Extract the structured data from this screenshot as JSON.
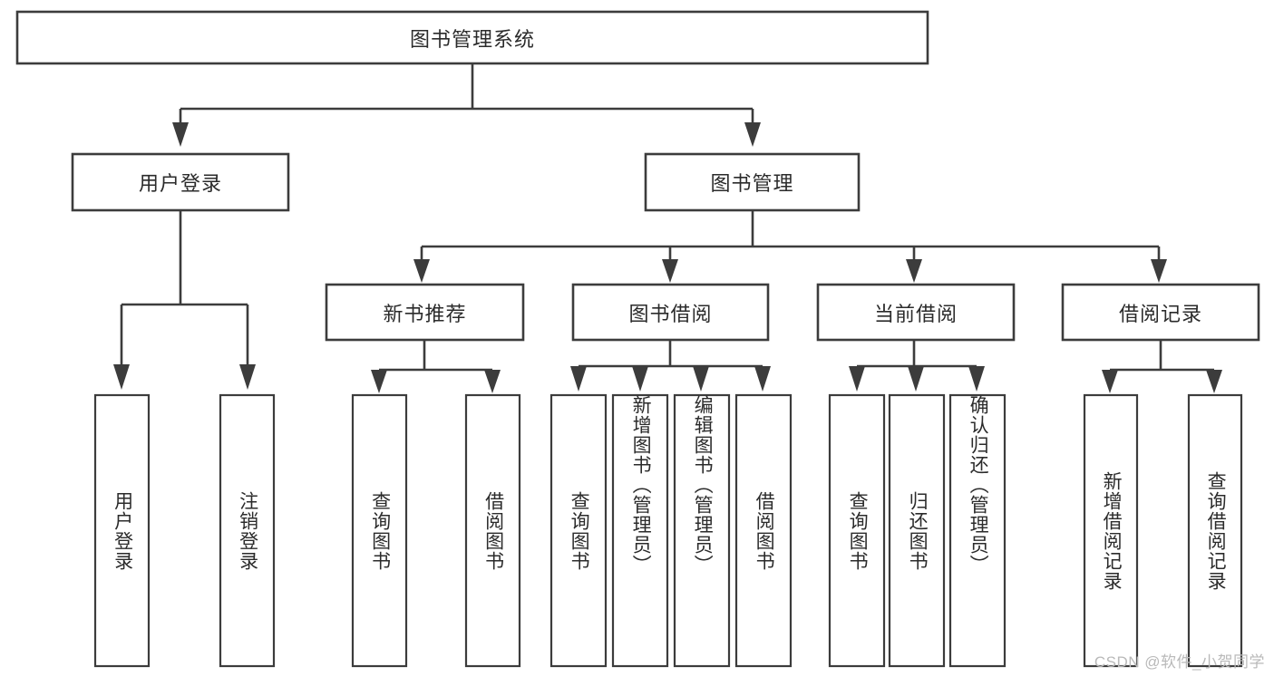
{
  "diagram": {
    "type": "tree-hierarchy",
    "title": "图书管理系统",
    "orientation": "top-down",
    "colors": {
      "box_stroke": "#3c3c3c",
      "box_fill": "#ffffff",
      "line": "#3c3c3c",
      "text": "#2b2b2b",
      "background": "#ffffff",
      "watermark": "#b9b9b9"
    },
    "levels": {
      "root": "图书管理系统",
      "level2": [
        "用户登录",
        "图书管理"
      ],
      "level3": [
        "新书推荐",
        "图书借阅",
        "当前借阅",
        "借阅记录"
      ]
    },
    "nodes": {
      "root": {
        "label": "图书管理系统"
      },
      "user_login": {
        "label": "用户登录"
      },
      "book_manage": {
        "label": "图书管理"
      },
      "new_book_rec": {
        "label": "新书推荐"
      },
      "book_borrow": {
        "label": "图书借阅"
      },
      "current_borrow": {
        "label": "当前借阅"
      },
      "borrow_record": {
        "label": "借阅记录"
      }
    },
    "leaves": {
      "user_login": [
        {
          "label": "用户登录"
        },
        {
          "label": "注销登录"
        }
      ],
      "new_book_rec": [
        {
          "label": "查询图书"
        },
        {
          "label": "借阅图书"
        }
      ],
      "book_borrow": [
        {
          "label": "查询图书"
        },
        {
          "label": "新增图书（管理员）"
        },
        {
          "label": "编辑图书（管理员）"
        },
        {
          "label": "借阅图书"
        }
      ],
      "current_borrow": [
        {
          "label": "查询图书"
        },
        {
          "label": "归还图书"
        },
        {
          "label": "确认归还（管理员）"
        }
      ],
      "borrow_record": [
        {
          "label": "新增借阅记录"
        },
        {
          "label": "查询借阅记录"
        }
      ]
    },
    "edges": [
      {
        "from": "图书管理系统",
        "to": "用户登录"
      },
      {
        "from": "图书管理系统",
        "to": "图书管理"
      },
      {
        "from": "图书管理",
        "to": "新书推荐"
      },
      {
        "from": "图书管理",
        "to": "图书借阅"
      },
      {
        "from": "图书管理",
        "to": "当前借阅"
      },
      {
        "from": "图书管理",
        "to": "借阅记录"
      },
      {
        "from": "用户登录",
        "to": "用户登录"
      },
      {
        "from": "用户登录",
        "to": "注销登录"
      },
      {
        "from": "新书推荐",
        "to": "查询图书"
      },
      {
        "from": "新书推荐",
        "to": "借阅图书"
      },
      {
        "from": "图书借阅",
        "to": "查询图书"
      },
      {
        "from": "图书借阅",
        "to": "新增图书（管理员）"
      },
      {
        "from": "图书借阅",
        "to": "编辑图书（管理员）"
      },
      {
        "from": "图书借阅",
        "to": "借阅图书"
      },
      {
        "from": "当前借阅",
        "to": "查询图书"
      },
      {
        "from": "当前借阅",
        "to": "归还图书"
      },
      {
        "from": "当前借阅",
        "to": "确认归还（管理员）"
      },
      {
        "from": "借阅记录",
        "to": "新增借阅记录"
      },
      {
        "from": "借阅记录",
        "to": "查询借阅记录"
      }
    ]
  },
  "watermark": {
    "text": "CSDN @软件_小贺同学"
  }
}
